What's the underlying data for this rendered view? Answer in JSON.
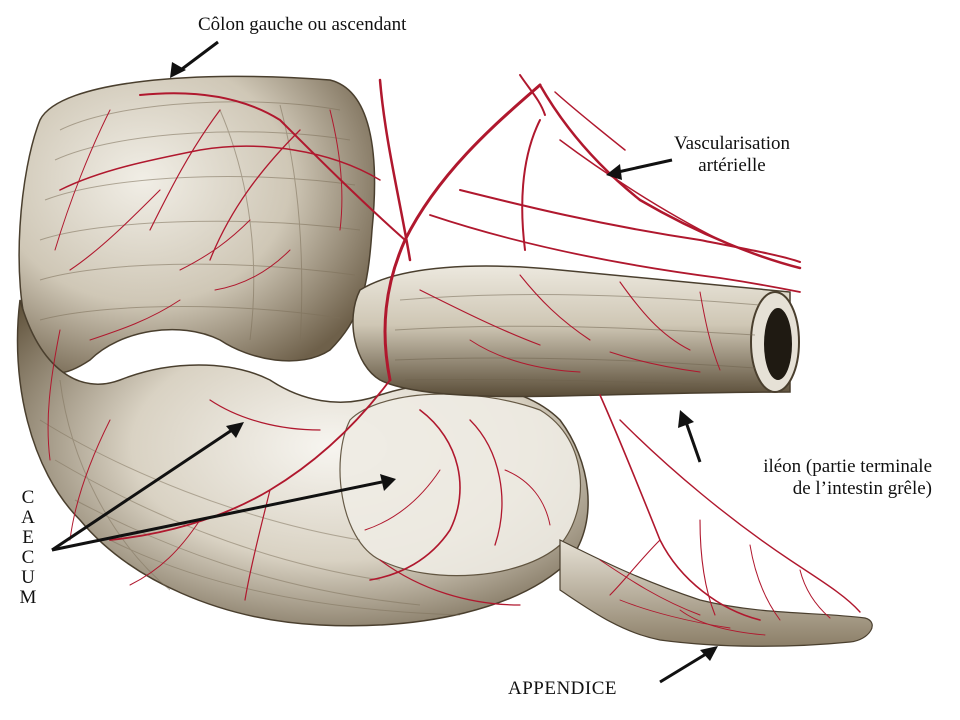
{
  "labels": {
    "colon": "Côlon gauche ou ascendant",
    "vascularisation_line1": "Vascularisation",
    "vascularisation_line2": "artérielle",
    "ileon_line1": "iléon (partie terminale",
    "ileon_line2": "de l’intestin grêle)",
    "caecum_letters": [
      "C",
      "A",
      "E",
      "C",
      "U",
      "M"
    ],
    "appendice": "APPENDICE"
  },
  "colors": {
    "artery": "#b0182e",
    "tissue_light": "#e8e4da",
    "tissue_mid": "#a89c86",
    "tissue_dark": "#3e3323",
    "arrow": "#111111"
  }
}
